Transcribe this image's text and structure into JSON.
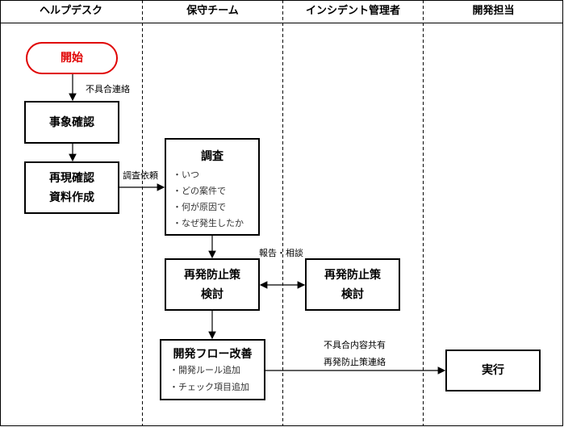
{
  "lanes": [
    "ヘルプデスク",
    "保守チーム",
    "インシデント管理者",
    "開発担当"
  ],
  "start": "開始",
  "edge_labels": {
    "defect_contact": "不具合連絡",
    "investigation_request": "調査依頼",
    "report_consult": "報告・相談",
    "share_line1": "不具合内容共有",
    "share_line2": "再発防止策連絡"
  },
  "nodes": {
    "event_check": "事象確認",
    "reproduce_line1": "再現確認",
    "reproduce_line2": "資料作成",
    "investigate_title": "調査",
    "investigate_items": [
      "・いつ",
      "・どの案件で",
      "・何が原因で",
      "・なぜ発生したか"
    ],
    "prevention_line1": "再発防止策",
    "prevention_line2": "検討",
    "manager_line1": "再発防止策",
    "manager_line2": "検討",
    "improve_title": "開発フロー改善",
    "improve_items": [
      "・開発ルール追加",
      "・チェック項目追加"
    ],
    "execute": "実行"
  }
}
